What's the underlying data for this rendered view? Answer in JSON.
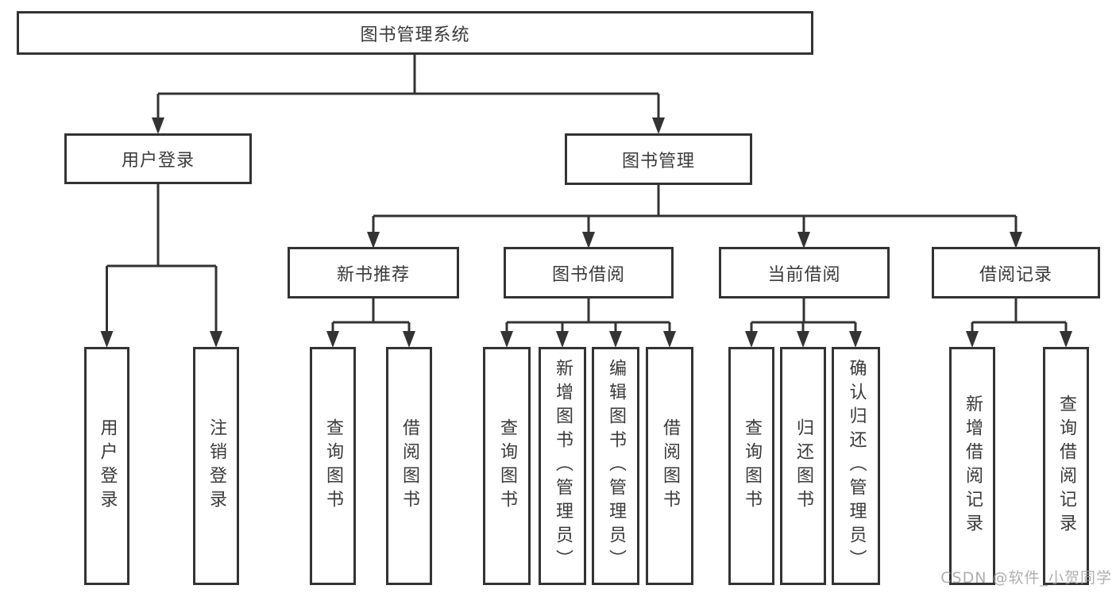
{
  "diagram": {
    "root": {
      "label": "图书管理系统"
    },
    "branches": [
      {
        "label": "用户登录",
        "children": [
          {
            "label": "用户登录"
          },
          {
            "label": "注销登录"
          }
        ]
      },
      {
        "label": "图书管理",
        "groups": [
          {
            "label": "新书推荐",
            "children": [
              {
                "label": "查询图书"
              },
              {
                "label": "借阅图书"
              }
            ]
          },
          {
            "label": "图书借阅",
            "children": [
              {
                "label": "查询图书"
              },
              {
                "label": "新增图书（管理员）"
              },
              {
                "label": "编辑图书（管理员）"
              },
              {
                "label": "借阅图书"
              }
            ]
          },
          {
            "label": "当前借阅",
            "children": [
              {
                "label": "查询图书"
              },
              {
                "label": "归还图书"
              },
              {
                "label": "确认归还（管理员）"
              }
            ]
          },
          {
            "label": "借阅记录",
            "children": [
              {
                "label": "新增借阅记录"
              },
              {
                "label": "查询借阅记录"
              }
            ]
          }
        ]
      }
    ]
  },
  "watermark": {
    "text": "CSDN @软件_小贺同学"
  },
  "colors": {
    "line": "#333333",
    "text": "#3a3a3a",
    "background": "#ffffff",
    "watermark": "#9e9e9e"
  }
}
